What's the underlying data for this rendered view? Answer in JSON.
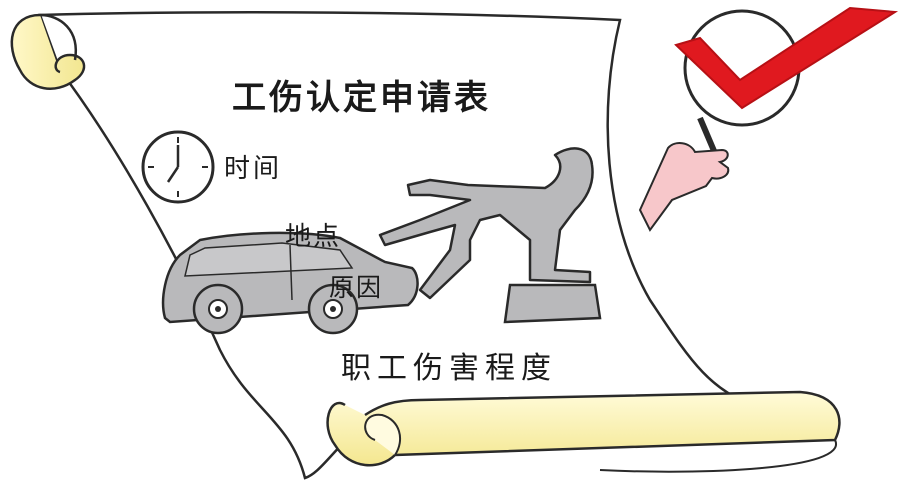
{
  "scroll": {
    "title": "工伤认定申请表",
    "time_label": "时间",
    "place_label": "地点",
    "reason_label": "原因",
    "degree_label": "职工伤害程度"
  },
  "icons": [
    "clock-icon",
    "car-icon",
    "person-icon",
    "checkmark-sign-icon",
    "hand-icon"
  ],
  "colors": {
    "paper": "#ffffff",
    "scroll_shadow": "#f3eeb0",
    "outline": "#2a2a2a",
    "gray_fill": "#b9b9bb",
    "check_red": "#e0191f",
    "skin": "#f7c7ca"
  }
}
